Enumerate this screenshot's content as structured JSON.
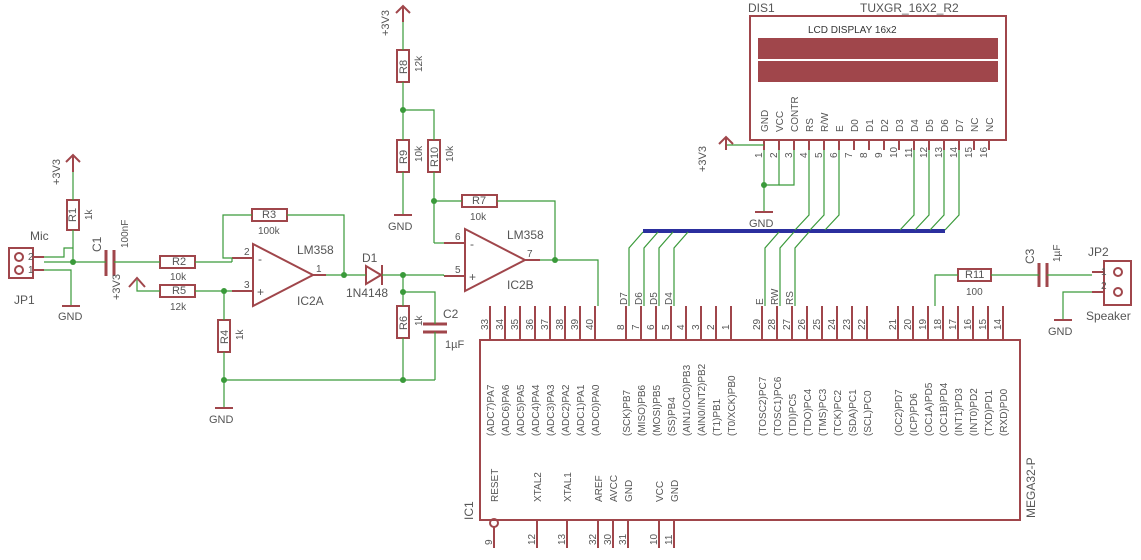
{
  "parts": {
    "dis1": {
      "name": "DIS1",
      "value": "TUXGR_16X2_R2",
      "display_text": "LCD DISPLAY 16x2",
      "pin_labels": [
        "GND",
        "VCC",
        "CONTR",
        "RS",
        "R/W",
        "E",
        "D0",
        "D1",
        "D2",
        "D3",
        "D4",
        "D5",
        "D6",
        "D7",
        "NC",
        "NC"
      ],
      "pin_numbers": [
        "1",
        "2",
        "3",
        "4",
        "5",
        "6",
        "7",
        "8",
        "9",
        "10",
        "11",
        "12",
        "13",
        "14",
        "15",
        "16"
      ]
    },
    "jp1": {
      "name": "JP1",
      "label": "Mic",
      "pins": [
        "2",
        "1"
      ]
    },
    "jp2": {
      "name": "JP2",
      "label": "Speaker",
      "pins": [
        "1",
        "2"
      ]
    },
    "r1": {
      "name": "R1",
      "value": "1k"
    },
    "r2": {
      "name": "R2",
      "value": "10k"
    },
    "r3": {
      "name": "R3",
      "value": "100k"
    },
    "r4": {
      "name": "R4",
      "value": "1k"
    },
    "r5": {
      "name": "R5",
      "value": "12k"
    },
    "r6": {
      "name": "R6",
      "value": "1k"
    },
    "r7": {
      "name": "R7",
      "value": "10k"
    },
    "r8": {
      "name": "R8",
      "value": "12k"
    },
    "r9": {
      "name": "R9",
      "value": "10k"
    },
    "r10": {
      "name": "R10",
      "value": "10k"
    },
    "r11": {
      "name": "R11",
      "value": "100"
    },
    "c1": {
      "name": "C1",
      "value": "100nF"
    },
    "c2": {
      "name": "C2",
      "value": "1µF"
    },
    "c3": {
      "name": "C3",
      "value": "1µF"
    },
    "d1": {
      "name": "D1",
      "value": "1N4148"
    },
    "ic2a": {
      "name": "IC2A",
      "value": "LM358",
      "pin_minus": "2",
      "pin_plus": "3",
      "pin_out": "1",
      "minus": "-",
      "plus": "+"
    },
    "ic2b": {
      "name": "IC2B",
      "value": "LM358",
      "pin_minus": "6",
      "pin_plus": "5",
      "pin_out": "7",
      "minus": "-",
      "plus": "+"
    },
    "ic1": {
      "name": "IC1",
      "value": "MEGA32-P",
      "top_pins": [
        {
          "num": "33",
          "label": "(ADC7)PA7"
        },
        {
          "num": "34",
          "label": "(ADC6)PA6"
        },
        {
          "num": "35",
          "label": "(ADC5)PA5"
        },
        {
          "num": "36",
          "label": "(ADC4)PA4"
        },
        {
          "num": "37",
          "label": "(ADC3)PA3"
        },
        {
          "num": "38",
          "label": "(ADC2)PA2"
        },
        {
          "num": "39",
          "label": "(ADC1)PA1"
        },
        {
          "num": "40",
          "label": "(ADC0)PA0"
        },
        {
          "num": "8",
          "label": "(SCK)PB7"
        },
        {
          "num": "7",
          "label": "(MISO)PB6"
        },
        {
          "num": "6",
          "label": "(MOSI)PB5"
        },
        {
          "num": "5",
          "label": "(SS)PB4"
        },
        {
          "num": "4",
          "label": "(AIN1/OC0)PB3"
        },
        {
          "num": "3",
          "label": "(AIN0/INT2)PB2"
        },
        {
          "num": "2",
          "label": "(T1)PB1"
        },
        {
          "num": "1",
          "label": "(T0/XCK)PB0"
        },
        {
          "num": "29",
          "label": "(TOSC2)PC7"
        },
        {
          "num": "28",
          "label": "(TOSC1)PC6"
        },
        {
          "num": "27",
          "label": "(TDI)PC5"
        },
        {
          "num": "26",
          "label": "(TDO)PC4"
        },
        {
          "num": "25",
          "label": "(TMS)PC3"
        },
        {
          "num": "24",
          "label": "(TCK)PC2"
        },
        {
          "num": "23",
          "label": "(SDA)PC1"
        },
        {
          "num": "22",
          "label": "(SCL)PC0"
        },
        {
          "num": "21",
          "label": "(OC2)PD7"
        },
        {
          "num": "20",
          "label": "(ICP)PD6"
        },
        {
          "num": "19",
          "label": "(OC1A)PD5"
        },
        {
          "num": "18",
          "label": "(OC1B)PD4"
        },
        {
          "num": "17",
          "label": "(INT1)PD3"
        },
        {
          "num": "16",
          "label": "(INT0)PD2"
        },
        {
          "num": "15",
          "label": "(TXD)PD1"
        },
        {
          "num": "14",
          "label": "(RXD)PD0"
        }
      ],
      "bottom_pins": [
        {
          "num": "9",
          "label": "RESET"
        },
        {
          "num": "12",
          "label": "XTAL2"
        },
        {
          "num": "13",
          "label": "XTAL1"
        },
        {
          "num": "32",
          "label": "AREF"
        },
        {
          "num": "30",
          "label": "AVCC"
        },
        {
          "num": "31",
          "label": "GND"
        },
        {
          "num": "10",
          "label": "VCC"
        },
        {
          "num": "11",
          "label": "GND"
        }
      ]
    }
  },
  "nets": {
    "supply": "+3V3",
    "ground": "GND",
    "bus_signals": [
      "D7",
      "D6",
      "D5",
      "D4",
      "E",
      "RW",
      "RS"
    ]
  }
}
